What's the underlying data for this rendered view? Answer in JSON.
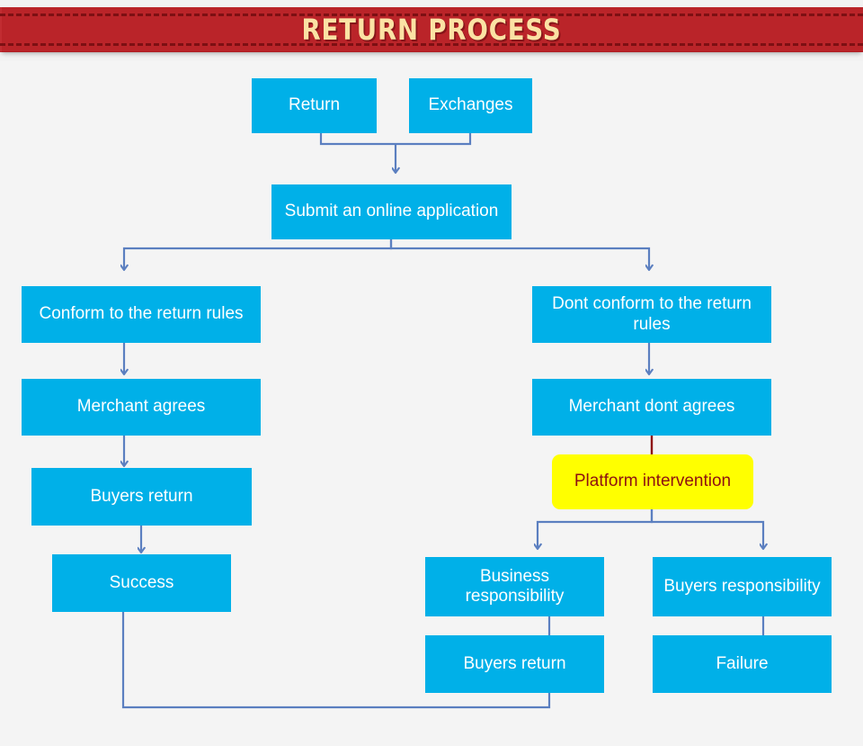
{
  "banner": {
    "title": "RETURN PROCESS",
    "bg_color": "#bf2126",
    "text_color": "#fbe2a4",
    "stitch_color": "#7d1013"
  },
  "theme": {
    "canvas_bg": "#f4f4f4",
    "node_fill": "#00b0e8",
    "node_text": "#ffffff",
    "accent_fill": "#ffff00",
    "accent_text": "#8e1111",
    "connector_color": "#5b7fc0",
    "accent_connector_color": "#8e1111"
  },
  "chart_data": {
    "type": "diagram",
    "title": "RETURN PROCESS",
    "nodes": [
      {
        "id": "return",
        "label": "Return",
        "kind": "process"
      },
      {
        "id": "exchanges",
        "label": "Exchanges",
        "kind": "process"
      },
      {
        "id": "submit",
        "label": "Submit an online application",
        "kind": "process"
      },
      {
        "id": "conform",
        "label": "Conform to the return rules",
        "kind": "process"
      },
      {
        "id": "dont_conform",
        "label": "Dont conform to the return rules",
        "kind": "process"
      },
      {
        "id": "merchant_agrees",
        "label": "Merchant agrees",
        "kind": "process"
      },
      {
        "id": "merchant_dont",
        "label": "Merchant dont agrees",
        "kind": "process"
      },
      {
        "id": "buyers_return_l",
        "label": "Buyers return",
        "kind": "process"
      },
      {
        "id": "platform",
        "label": "Platform intervention",
        "kind": "highlight"
      },
      {
        "id": "success",
        "label": "Success",
        "kind": "terminal"
      },
      {
        "id": "business_resp",
        "label": "Business responsibility",
        "kind": "process"
      },
      {
        "id": "buyers_resp",
        "label": "Buyers responsibility",
        "kind": "process"
      },
      {
        "id": "buyers_return_r",
        "label": "Buyers return",
        "kind": "process"
      },
      {
        "id": "failure",
        "label": "Failure",
        "kind": "terminal"
      }
    ],
    "edges": [
      {
        "from": "return",
        "to": "submit"
      },
      {
        "from": "exchanges",
        "to": "submit"
      },
      {
        "from": "submit",
        "to": "conform"
      },
      {
        "from": "submit",
        "to": "dont_conform"
      },
      {
        "from": "conform",
        "to": "merchant_agrees"
      },
      {
        "from": "merchant_agrees",
        "to": "buyers_return_l"
      },
      {
        "from": "buyers_return_l",
        "to": "success"
      },
      {
        "from": "dont_conform",
        "to": "merchant_dont"
      },
      {
        "from": "merchant_dont",
        "to": "platform"
      },
      {
        "from": "platform",
        "to": "business_resp"
      },
      {
        "from": "platform",
        "to": "buyers_resp"
      },
      {
        "from": "business_resp",
        "to": "buyers_return_r"
      },
      {
        "from": "buyers_resp",
        "to": "failure"
      },
      {
        "from": "buyers_return_r",
        "to": "success"
      }
    ]
  },
  "nodes": {
    "return": {
      "label": "Return"
    },
    "exchanges": {
      "label": "Exchanges"
    },
    "submit": {
      "label": "Submit an online application"
    },
    "conform": {
      "label": "Conform to the return rules"
    },
    "dont_conform": {
      "label": "Dont conform to the return rules"
    },
    "merchant_agrees": {
      "label": "Merchant agrees"
    },
    "merchant_dont": {
      "label": "Merchant dont agrees"
    },
    "buyers_return_l": {
      "label": "Buyers return"
    },
    "platform": {
      "label": "Platform intervention"
    },
    "success": {
      "label": "Success"
    },
    "business_resp": {
      "label": "Business responsibility"
    },
    "buyers_resp": {
      "label": "Buyers responsibility"
    },
    "buyers_return_r": {
      "label": "Buyers return"
    },
    "failure": {
      "label": "Failure"
    }
  }
}
